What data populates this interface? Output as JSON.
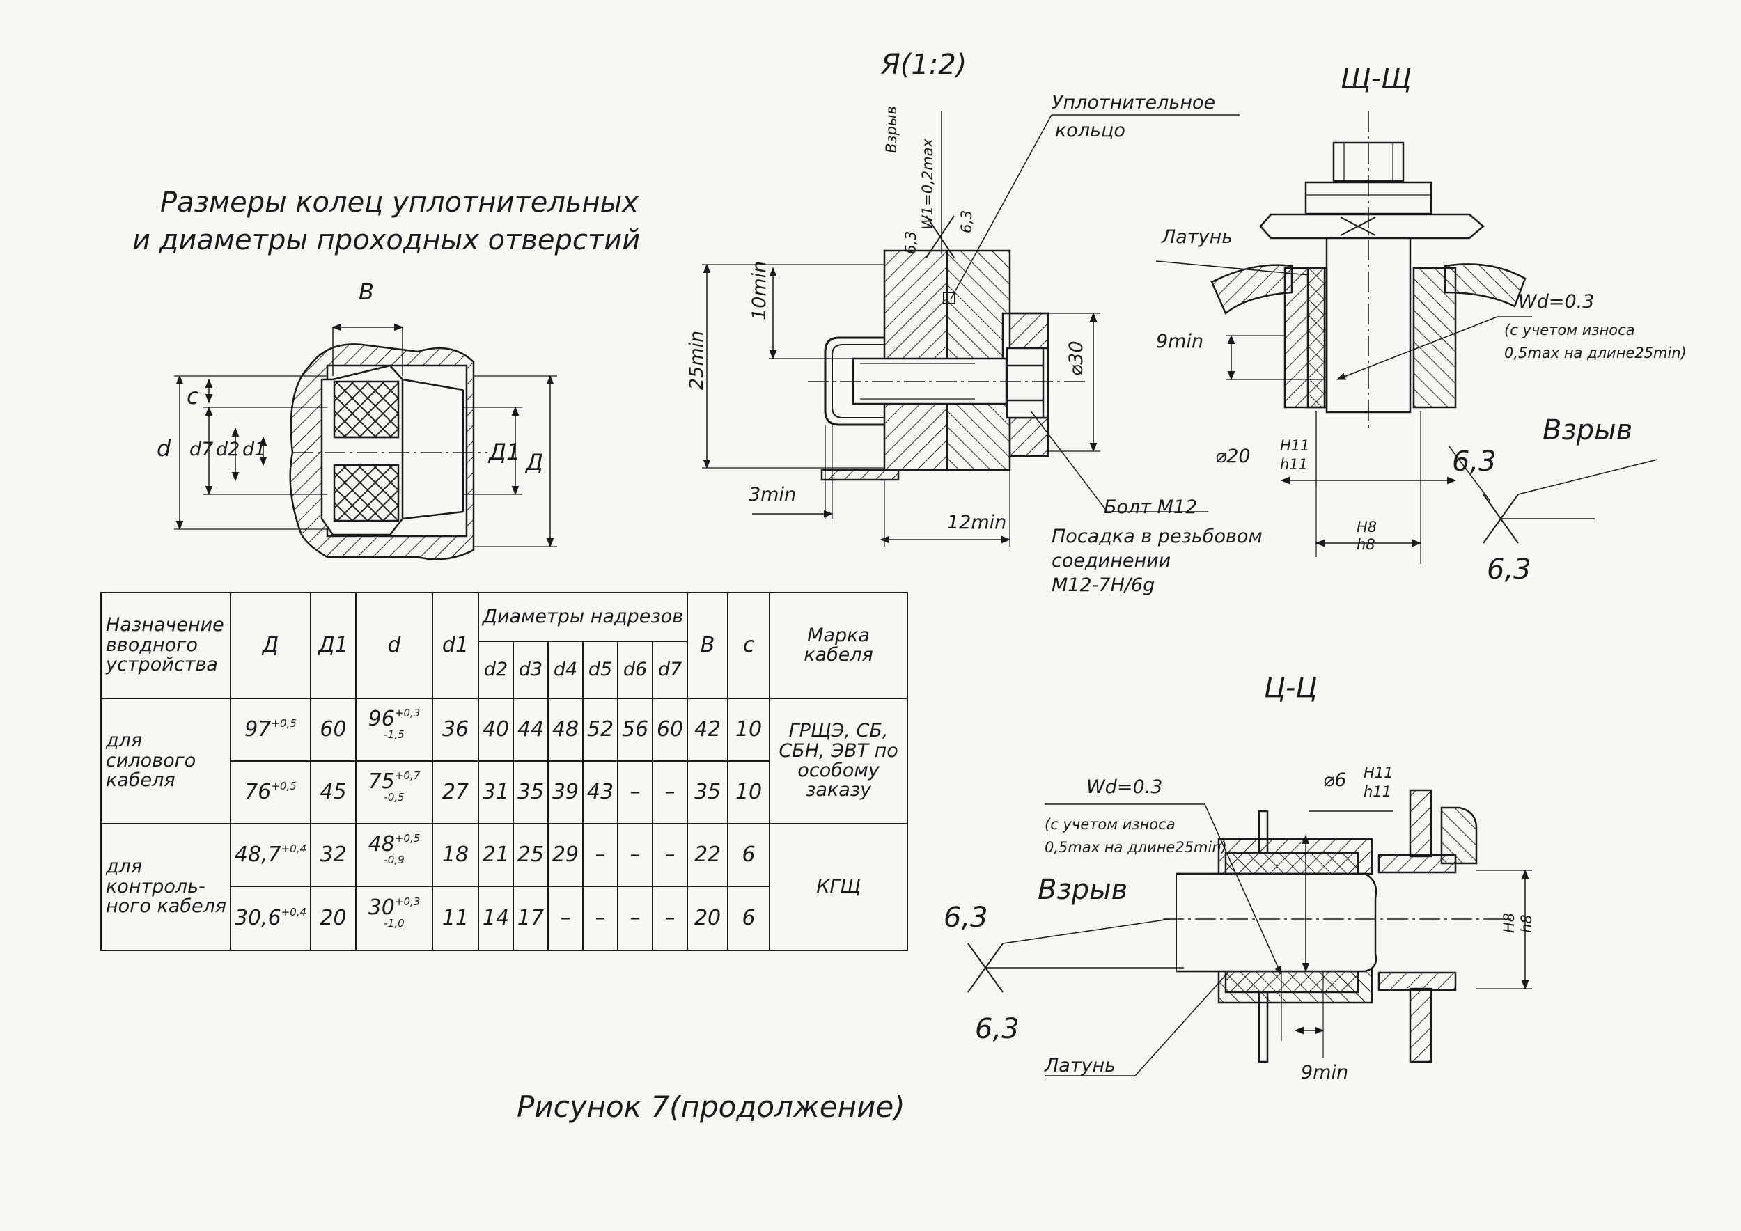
{
  "title_sizes": "Размеры колец уплотнительных",
  "title_sizes_2": "и диаметры проходных отверстий",
  "ring_dims": {
    "B": "B",
    "c": "c",
    "d": "d",
    "d7": "d7",
    "d2": "d2",
    "d1": "d1",
    "D1": "Д1",
    "D": "Д"
  },
  "view_ya": {
    "title": "Я(1:2)",
    "seal_ring": "Уплотнительное",
    "seal_ring_2": "кольцо",
    "blast": "Взрыв",
    "w1": "W1=0,2max",
    "rough_a": "6,3",
    "rough_b": "6,3",
    "dim_25": "25min",
    "dim_10": "10min",
    "dim_d30": "⌀30",
    "dim_3": "3min",
    "dim_12": "12min",
    "bolt": "Болт М12",
    "fit": "Посадка в резьбовом",
    "fit_2": "соединении",
    "fit_3": "М12-7Н/6g"
  },
  "view_sch": {
    "title": "Щ-Щ",
    "brass": "Латунь",
    "wd": "Wd=0.3",
    "wear": "(с учетом износа",
    "wear_2": "0,5max на длине25min)",
    "dim_9": "9min",
    "dim_d20": "⌀20",
    "fit_num": "H11",
    "fit_den": "h11",
    "fit2_num": "H8",
    "fit2_den": "h8",
    "blast": "Взрыв",
    "rough_a": "6,3",
    "rough_b": "6,3"
  },
  "view_ts": {
    "title": "Ц-Ц",
    "wd": "Wd=0.3",
    "wear": "(с учетом износа",
    "wear_2": "0,5max на длине25min)",
    "dim_d6": "⌀6",
    "fit_num": "H11",
    "fit_den": "h11",
    "fit2_num": "H8",
    "fit2_den": "h8",
    "blast": "Взрыв",
    "rough_a": "6,3",
    "rough_b": "6,3",
    "brass": "Латунь",
    "dim_9": "9min"
  },
  "table": {
    "h_purpose": "Назначение вводного устройства",
    "h_D": "Д",
    "h_D1": "Д1",
    "h_d": "d",
    "h_d1": "d1",
    "h_group": "Диаметры надрезов",
    "h_sub": [
      "d2",
      "d3",
      "d4",
      "d5",
      "d6",
      "d7"
    ],
    "h_B": "B",
    "h_c": "c",
    "h_mark": "Марка кабеля",
    "g_power": "для силового кабеля",
    "g_control": "для контроль-ного кабеля",
    "mark_power": "ГРЩЭ, СБ, СБН, ЭВТ по особому заказу",
    "mark_control": "КГЩ",
    "rows": [
      {
        "D": "97",
        "D_tol": "+0,5",
        "D1": "60",
        "d": "96",
        "d_tol": "+0,3 -1,5",
        "d1": "36",
        "cuts": [
          "40",
          "44",
          "48",
          "52",
          "56",
          "60"
        ],
        "B": "42",
        "c": "10"
      },
      {
        "D": "76",
        "D_tol": "+0,5",
        "D1": "45",
        "d": "75",
        "d_tol": "+0,7 -0,5",
        "d1": "27",
        "cuts": [
          "31",
          "35",
          "39",
          "43",
          "–",
          "–"
        ],
        "B": "35",
        "c": "10"
      },
      {
        "D": "48,7",
        "D_tol": "+0,4",
        "D1": "32",
        "d": "48",
        "d_tol": "+0,5 -0,9",
        "d1": "18",
        "cuts": [
          "21",
          "25",
          "29",
          "–",
          "–",
          "–"
        ],
        "B": "22",
        "c": "6"
      },
      {
        "D": "30,6",
        "D_tol": "+0,4",
        "D1": "20",
        "d": "30",
        "d_tol": "+0,3 -1,0",
        "d1": "11",
        "cuts": [
          "14",
          "17",
          "–",
          "–",
          "–",
          "–"
        ],
        "B": "20",
        "c": "6"
      }
    ]
  },
  "caption": "Рисунок 7(продолжение)"
}
